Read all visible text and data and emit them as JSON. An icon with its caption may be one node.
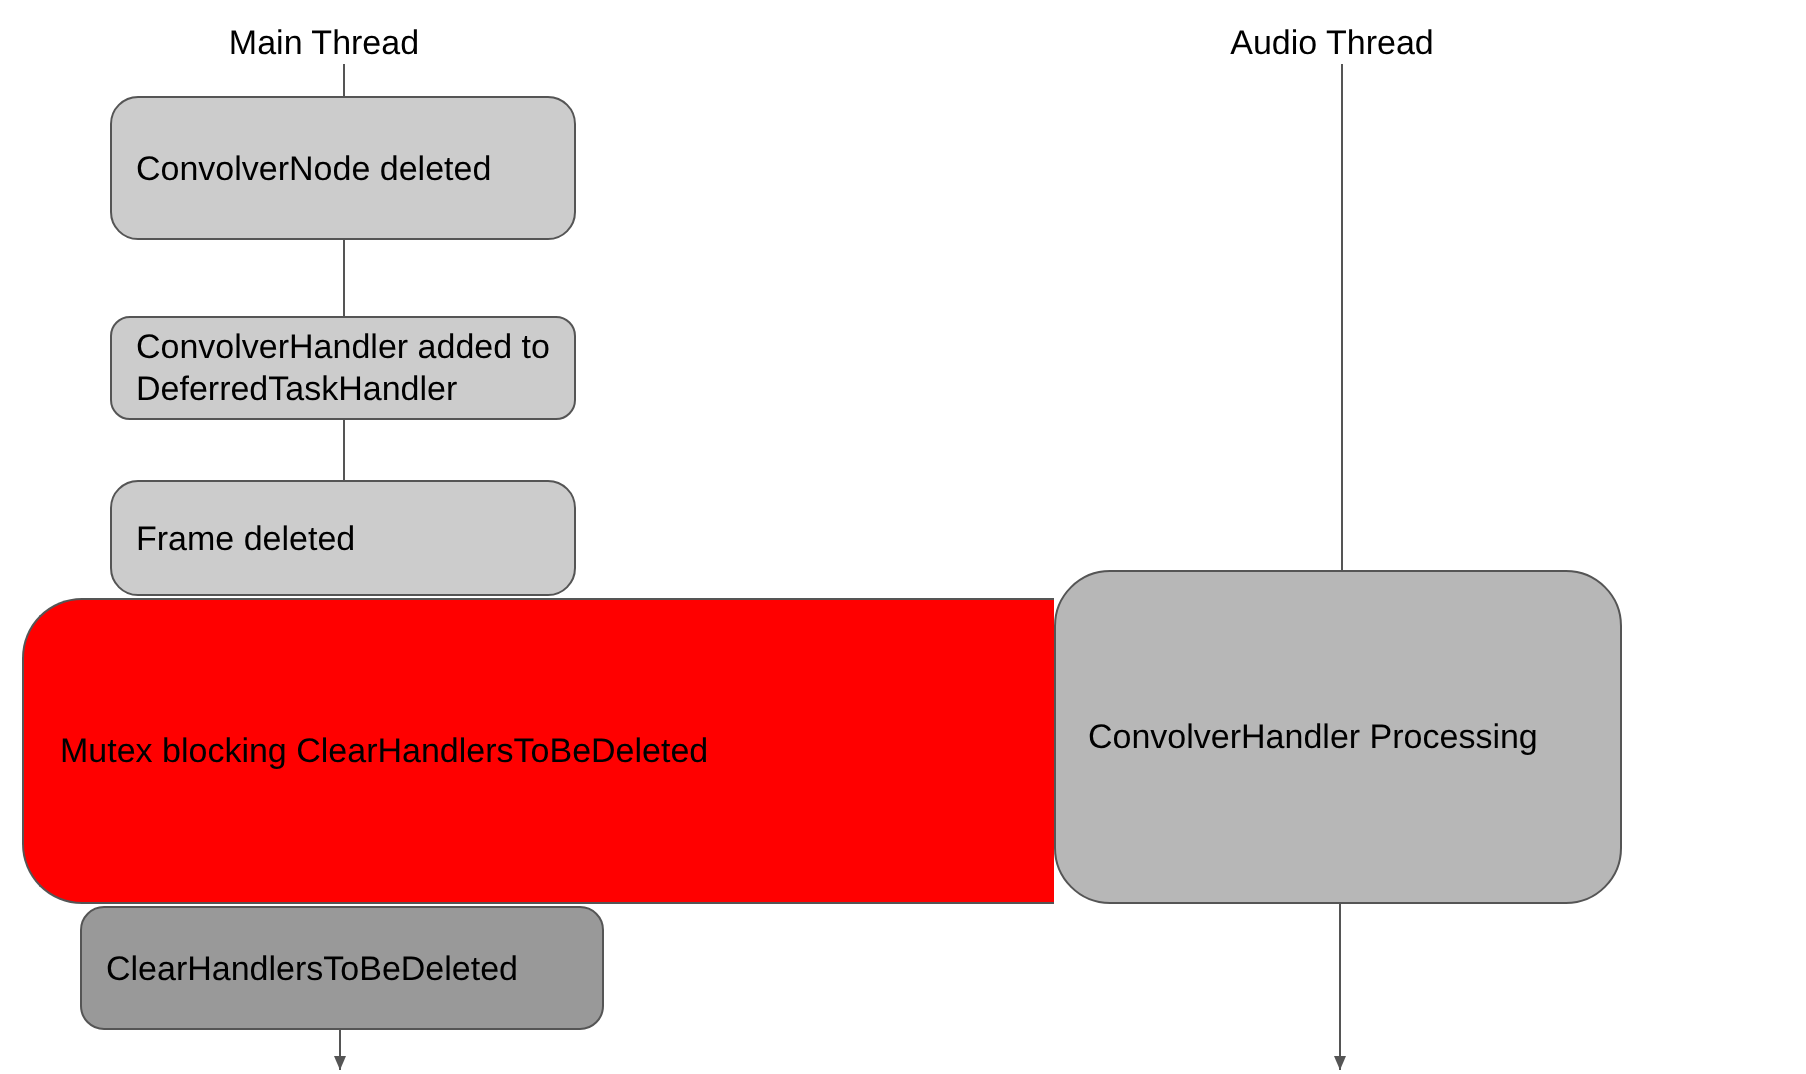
{
  "diagram": {
    "nodes": [
      {
        "text": [
          "Main Thread"
        ]
      },
      {
        "text": [
          "ConvolverNode deleted"
        ]
      },
      {
        "text": [
          "ConvolverHandler added to DeferredTaskHandler"
        ]
      },
      {
        "text": [
          "Frame deleted"
        ]
      },
      {
        "text": [
          "Mutex blocking ClearHandlersToBeDeleted"
        ]
      },
      {
        "text": [
          "ClearHandlersToBeDeleted"
        ]
      },
      {
        "text": [
          "Audio Thread"
        ]
      },
      {
        "text": [
          "ConvolverHandler Processing"
        ]
      }
    ],
    "edges": [
      {
        "from": 0,
        "to": 1,
        "arrow": "none"
      },
      {
        "from": 1,
        "to": 2,
        "arrow": "none"
      },
      {
        "from": 2,
        "to": 3,
        "arrow": "none"
      },
      {
        "from": 5,
        "to": null,
        "arrow": "to"
      },
      {
        "from": 6,
        "to": 7,
        "arrow": "none"
      },
      {
        "from": 7,
        "to": null,
        "arrow": "to"
      }
    ]
  }
}
